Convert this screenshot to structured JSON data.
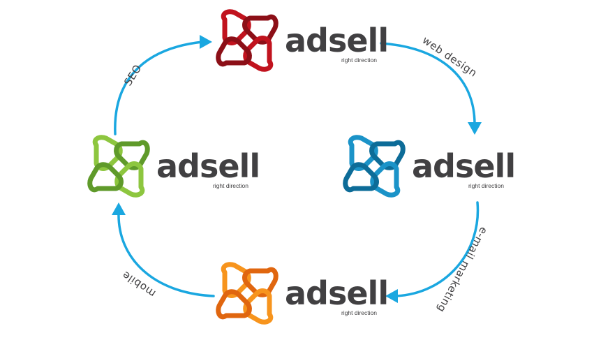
{
  "logos": [
    {
      "id": "top",
      "wordmark": "adsell",
      "tagline": "right direction",
      "color": "#c1131e",
      "shade": "#8c0f17"
    },
    {
      "id": "right",
      "wordmark": "adsell",
      "tagline": "right direction",
      "color": "#1b93c8",
      "shade": "#0d6c98"
    },
    {
      "id": "bottom",
      "wordmark": "adsell",
      "tagline": "right direction",
      "color": "#f7941d",
      "shade": "#e0660f"
    },
    {
      "id": "left",
      "wordmark": "adsell",
      "tagline": "right direction",
      "color": "#8dc63f",
      "shade": "#5f9a2a"
    }
  ],
  "edges": [
    {
      "id": "web-design",
      "label": "web design"
    },
    {
      "id": "email-marketing",
      "label": "e-mail marketing"
    },
    {
      "id": "mobile",
      "label": "mobile"
    },
    {
      "id": "seo",
      "label": "SEO"
    }
  ],
  "arrow_color": "#1aa7e0",
  "icons": [
    "adsell-clover-icon"
  ]
}
